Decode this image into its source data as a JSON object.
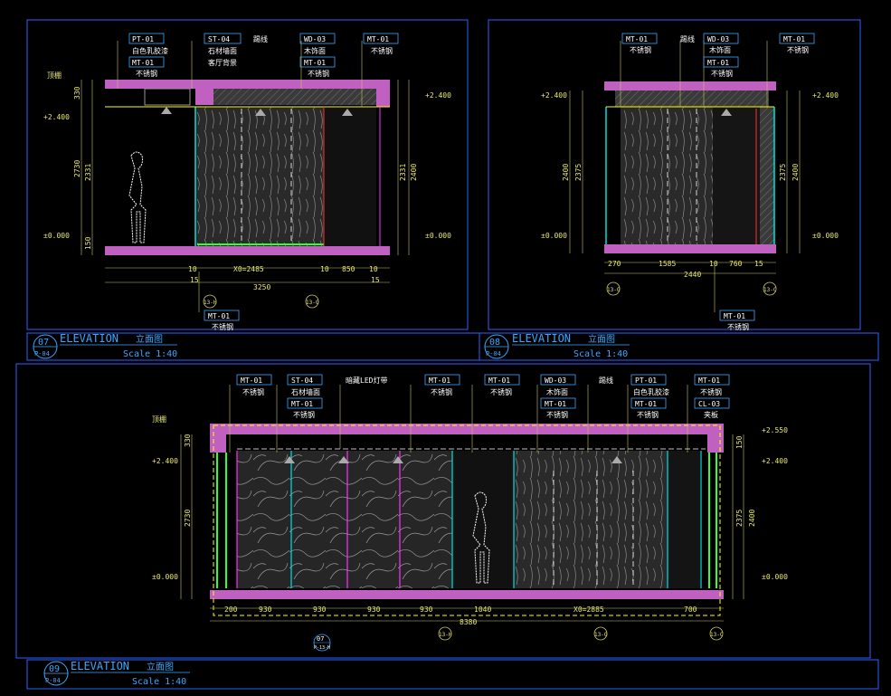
{
  "drawing_07": {
    "number": "07",
    "sheet": "P-04",
    "title": "ELEVATION",
    "title_cn": "立面图",
    "scale": "Scale 1:40",
    "tags": [
      {
        "code": "PT-01",
        "desc": "白色乳胶漆"
      },
      {
        "code": "MT-01",
        "desc": "不锈钢"
      },
      {
        "code": "ST-04",
        "desc": "石材墙面"
      },
      {
        "code": "",
        "desc": "客厅背景"
      },
      {
        "code": "",
        "desc": "踢线"
      },
      {
        "code": "WD-03",
        "desc": "木饰面"
      },
      {
        "code": "MT-01",
        "desc": "不锈钢"
      },
      {
        "code": "MT-01",
        "desc": "不锈钢"
      }
    ],
    "bottom_tag": {
      "code": "MT-01",
      "desc": "不锈钢"
    },
    "levels": [
      "+2.400",
      "±0.000",
      "+2.400",
      "±0.000"
    ],
    "top_label": "顶棚",
    "dims_vertical": [
      "330",
      "2730",
      "2331",
      "2400",
      "2331",
      "150"
    ],
    "dims_horizontal": [
      "10",
      "15",
      "X0=2485",
      "10",
      "850",
      "10",
      "15",
      "3250"
    ],
    "grid_marks": [
      "13-H",
      "13-G"
    ]
  },
  "drawing_08": {
    "number": "08",
    "sheet": "P-04",
    "title": "ELEVATION",
    "title_cn": "立面图",
    "scale": "Scale 1:40",
    "tags": [
      {
        "code": "MT-01",
        "desc": "不锈钢"
      },
      {
        "code": "",
        "desc": "踢线"
      },
      {
        "code": "WD-03",
        "desc": "木饰面"
      },
      {
        "code": "MT-01",
        "desc": "不锈钢"
      },
      {
        "code": "MT-01",
        "desc": "不锈钢"
      }
    ],
    "bottom_tag": {
      "code": "MT-01",
      "desc": "不锈钢"
    },
    "levels": [
      "+2.400",
      "±0.000",
      "+2.400",
      "±0.000"
    ],
    "dims_vertical": [
      "2400",
      "2375",
      "2375",
      "2400"
    ],
    "dims_horizontal": [
      "270",
      "1585",
      "10",
      "760",
      "15",
      "2440"
    ],
    "grid_marks": [
      "13-G",
      "13-C"
    ]
  },
  "drawing_09": {
    "number": "09",
    "sheet": "P-04",
    "title": "ELEVATION",
    "title_cn": "立面图",
    "scale": "Scale 1:40",
    "tags": [
      {
        "code": "MT-01",
        "desc": "不锈钢"
      },
      {
        "code": "ST-04",
        "desc": "石材墙面"
      },
      {
        "code": "MT-01",
        "desc": "不锈钢"
      },
      {
        "code": "",
        "desc": "暗藏LED灯带"
      },
      {
        "code": "MT-01",
        "desc": "不锈钢"
      },
      {
        "code": "MT-01",
        "desc": "不锈钢"
      },
      {
        "code": "WD-03",
        "desc": "木饰面"
      },
      {
        "code": "MT-01",
        "desc": "不锈钢"
      },
      {
        "code": "",
        "desc": "踢线"
      },
      {
        "code": "PT-01",
        "desc": "白色乳胶漆"
      },
      {
        "code": "MT-01",
        "desc": "不锈钢"
      },
      {
        "code": "MT-01",
        "desc": "不锈钢"
      },
      {
        "code": "CL-03",
        "desc": "夹板"
      }
    ],
    "levels": [
      "+2.550",
      "+2.400",
      "±0.000",
      "+2.400",
      "±0.000"
    ],
    "top_label": "顶棚",
    "dims_vertical": [
      "330",
      "2730",
      "2375",
      "2400",
      "150"
    ],
    "dims_horizontal": [
      "200",
      "930",
      "930",
      "930",
      "930",
      "1040",
      "X0=2885",
      "700",
      "8380"
    ],
    "grid_marks": [
      "13-H",
      "13-G",
      "13-C"
    ],
    "ref_callout": {
      "top": "07",
      "bottom": "P-13-H"
    }
  }
}
